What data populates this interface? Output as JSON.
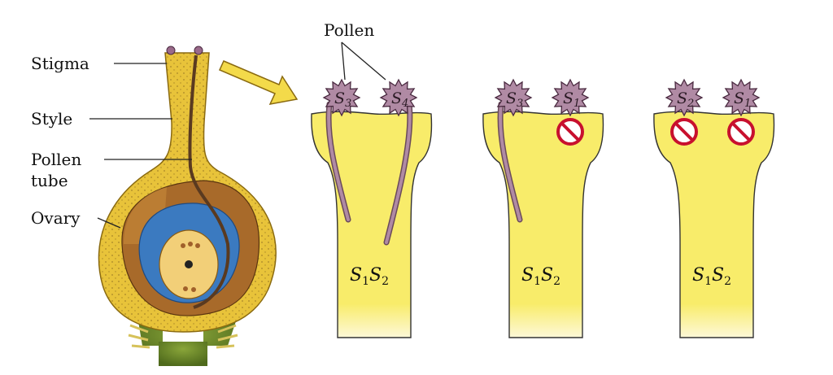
{
  "labels": {
    "stigma": "Stigma",
    "style": "Style",
    "pollen_tube_line1": "Pollen",
    "pollen_tube_line2": "tube",
    "ovary": "Ovary",
    "pollen": "Pollen"
  },
  "panels": [
    {
      "left_grain": {
        "letter": "S",
        "sub": "3"
      },
      "right_grain": {
        "letter": "S",
        "sub": "4"
      },
      "left_tube": true,
      "right_tube": true,
      "genotype": {
        "a": "S",
        "a_sub": "1",
        "b": "S",
        "b_sub": "2"
      }
    },
    {
      "left_grain": {
        "letter": "S",
        "sub": "3"
      },
      "right_grain": {
        "letter": "S",
        "sub": "1"
      },
      "left_tube": true,
      "right_tube": false,
      "genotype": {
        "a": "S",
        "a_sub": "1",
        "b": "S",
        "b_sub": "2"
      }
    },
    {
      "left_grain": {
        "letter": "S",
        "sub": "2"
      },
      "right_grain": {
        "letter": "S",
        "sub": "1"
      },
      "left_tube": false,
      "right_tube": false,
      "genotype": {
        "a": "S",
        "a_sub": "1",
        "b": "S",
        "b_sub": "2"
      }
    }
  ],
  "colors": {
    "style_yellow": "#f8ec6a",
    "pistil_gold": "#e8c33a",
    "ovary_brown": "#a86a2a",
    "ovule_blue": "#3b7ac0",
    "pollen_purple": "#b08aa4",
    "block_red": "#c8102e",
    "receptacle_green": "#6f8a2a"
  }
}
